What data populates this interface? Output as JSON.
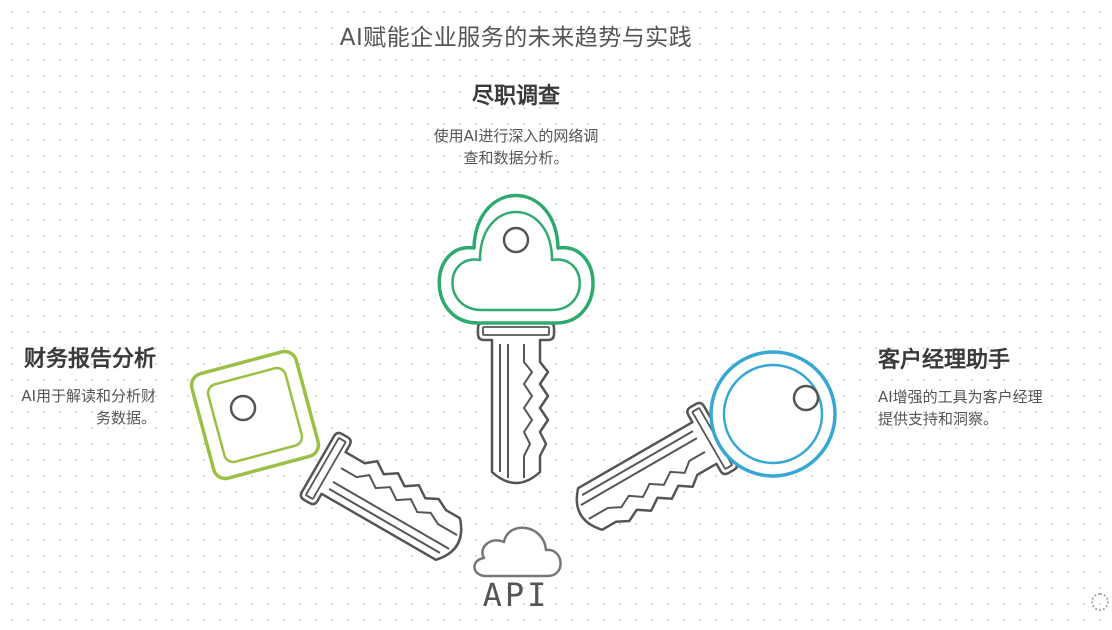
{
  "title": "AI赋能企业服务的未来趋势与实践",
  "top": {
    "heading": "尽职调查",
    "line1": "使用AI进行深入的网络调",
    "line2": "查和数据分析。"
  },
  "left": {
    "heading": "财务报告分析",
    "line1": "AI用于解读和分析财",
    "line2": "务数据。"
  },
  "right": {
    "heading": "客户经理助手",
    "line1": "AI增强的工具为客户经理",
    "line2": "提供支持和洞察。"
  },
  "center": {
    "label": "API",
    "icon": "cloud-icon"
  },
  "colors": {
    "top_key": "#2eaa6e",
    "left_key": "#9cbf45",
    "right_key": "#37a8d3",
    "outline": "#555555"
  }
}
